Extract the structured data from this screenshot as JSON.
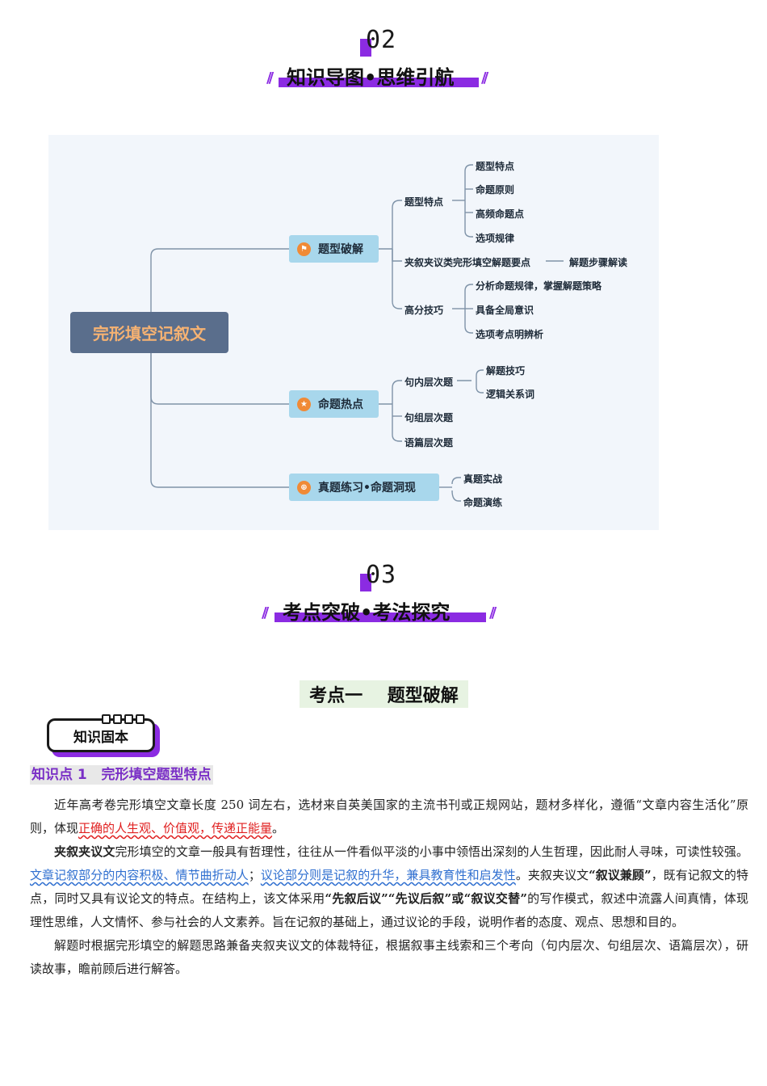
{
  "section2": {
    "number": "02",
    "title": "知识导图•思维引航",
    "slashes_left": "//",
    "slashes_right": "//"
  },
  "mindmap": {
    "root": "完形填空记叙文",
    "branch1": {
      "label": "题型破解",
      "icon": "flag-icon",
      "sub1": {
        "label": "题型特点",
        "leaves": [
          "题型特点",
          "命题原则",
          "高频命题点",
          "选项规律"
        ]
      },
      "sub2": {
        "label": "夹叙夹议类完形填空解题要点",
        "leaf": "解题步骤解读"
      },
      "sub3": {
        "label": "高分技巧",
        "leaves": [
          "分析命题规律，掌握解题策略",
          "具备全局意识",
          "选项考点明辨析"
        ]
      }
    },
    "branch2": {
      "label": "命题热点",
      "icon": "star-icon",
      "sub1": {
        "label": "句内层次题",
        "leaves": [
          "解题技巧",
          "逻辑关系词"
        ]
      },
      "sub2": {
        "label": "句组层次题"
      },
      "sub3": {
        "label": "语篇层次题"
      }
    },
    "branch3": {
      "label": "真题练习•命题洞现",
      "icon": "lock-icon",
      "leaves": [
        "真题实战",
        "命题演练"
      ]
    },
    "colors": {
      "root_bg": "#5a6e8c",
      "root_text": "#f6b272",
      "branch_bg": "#a8d7ec",
      "icon": "#f08a36",
      "line": "#7f93a8"
    }
  },
  "section3": {
    "number": "03",
    "title": "考点突破•考法探究",
    "slashes_left": "//",
    "slashes_right": "//"
  },
  "kaodian_title": "考点一    题型破解",
  "badge": "知识固本",
  "kp_heading": "知识点 1   完形填空题型特点",
  "paragraphs": {
    "p1_a": "近年高考卷完形填空文章长度 250 词左右，选材来自英美国家的主流书刊或正规网站，题材多样化，遵循“文章内容生活化”原则，体现",
    "p1_red": "正确的人生观、价值观，传递正能量",
    "p1_b": "。",
    "p2_bold1": "夹叙夹议文",
    "p2_a": "完形填空的文章一般具有哲理性，往往从一件看似平淡的小事中领悟出深刻的人生哲理，因此耐人寻味，可读性较强。",
    "p2_blue1": "文章记叙部分的内容积极、情节曲折动人",
    "p2_sep": "；",
    "p2_blue2": "议论部分则是记叙的升华，兼具教育性和启发性",
    "p2_b": "。夹叙夹议文",
    "p2_bold2": "“叙议兼顾”",
    "p2_c": "，既有记叙文的特点，同时又具有议论文的特点。在结构上，该文体采用",
    "p2_bold3": "“先叙后议”“先议后叙”或“叙议交替”",
    "p2_d": "的写作模式，叙述中流露人间真情，体现理性思维，人文情怀、参与社会的人文素养。旨在记叙的基础上，通过议论的手段，说明作者的态度、观点、思想和目的。",
    "p3": "解题时根据完形填空的解题思路兼备夹叙夹议文的体裁特征，根据叙事主线索和三个考向（句内层次、句组层次、语篇层次），研读故事，瞻前顾后进行解答。"
  },
  "colors": {
    "accent": "#8b2be2",
    "red_text": "#e02020",
    "blue_text": "#2f6fd0",
    "kp_heading": "#7a2fc6",
    "kaodian_bg": "#e7f3e2"
  }
}
